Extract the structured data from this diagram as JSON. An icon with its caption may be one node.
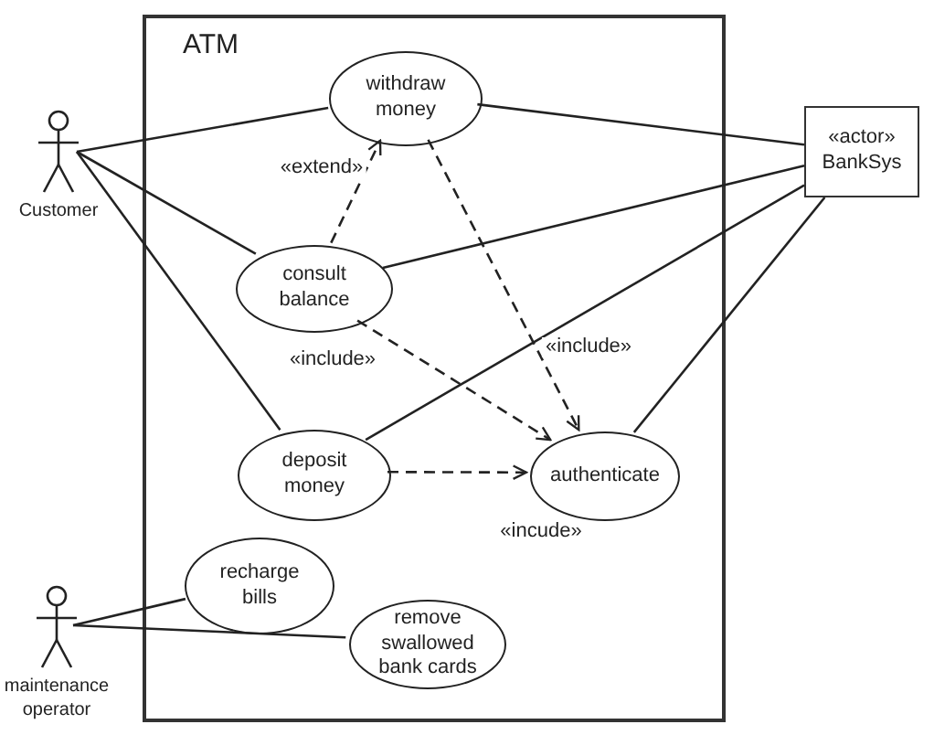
{
  "diagram": {
    "nodes": [
      {
        "text": [
          "ATM"
        ]
      },
      {
        "text": [
          "withdraw money"
        ],
        "in": 0
      },
      {
        "text": [
          "consult balance"
        ],
        "in": 0
      },
      {
        "text": [
          "deposit money"
        ],
        "in": 0
      },
      {
        "text": [
          "authenticate"
        ],
        "in": 0
      },
      {
        "text": [
          "recharge bills"
        ],
        "in": 0
      },
      {
        "text": [
          "remove swallowed bank cards"
        ],
        "in": 0
      },
      {
        "text": [
          "Customer"
        ]
      },
      {
        "text": [
          "«actor»",
          "BankSys"
        ]
      },
      {
        "text": [
          "maintenance operator"
        ]
      }
    ],
    "edges": [
      {
        "from": 7,
        "to": 1,
        "arrow": "none"
      },
      {
        "from": 7,
        "to": 2,
        "arrow": "none"
      },
      {
        "from": 7,
        "to": 3,
        "arrow": "none"
      },
      {
        "from": 8,
        "to": 1,
        "arrow": "none"
      },
      {
        "from": 8,
        "to": 2,
        "arrow": "none"
      },
      {
        "from": 8,
        "to": 3,
        "arrow": "none"
      },
      {
        "from": 8,
        "to": 4,
        "arrow": "none"
      },
      {
        "from": 2,
        "to": 1,
        "arrow": "to",
        "style": "dashed",
        "label": "«extend»"
      },
      {
        "from": 1,
        "to": 4,
        "arrow": "to",
        "style": "dashed",
        "label": "«include»"
      },
      {
        "from": 2,
        "to": 4,
        "arrow": "to",
        "style": "dashed",
        "label": "«include»"
      },
      {
        "from": 3,
        "to": 4,
        "arrow": "to",
        "style": "dashed",
        "label": "«incude»"
      },
      {
        "from": 9,
        "to": 5,
        "arrow": "none"
      },
      {
        "from": 9,
        "to": 6,
        "arrow": "none"
      }
    ]
  }
}
